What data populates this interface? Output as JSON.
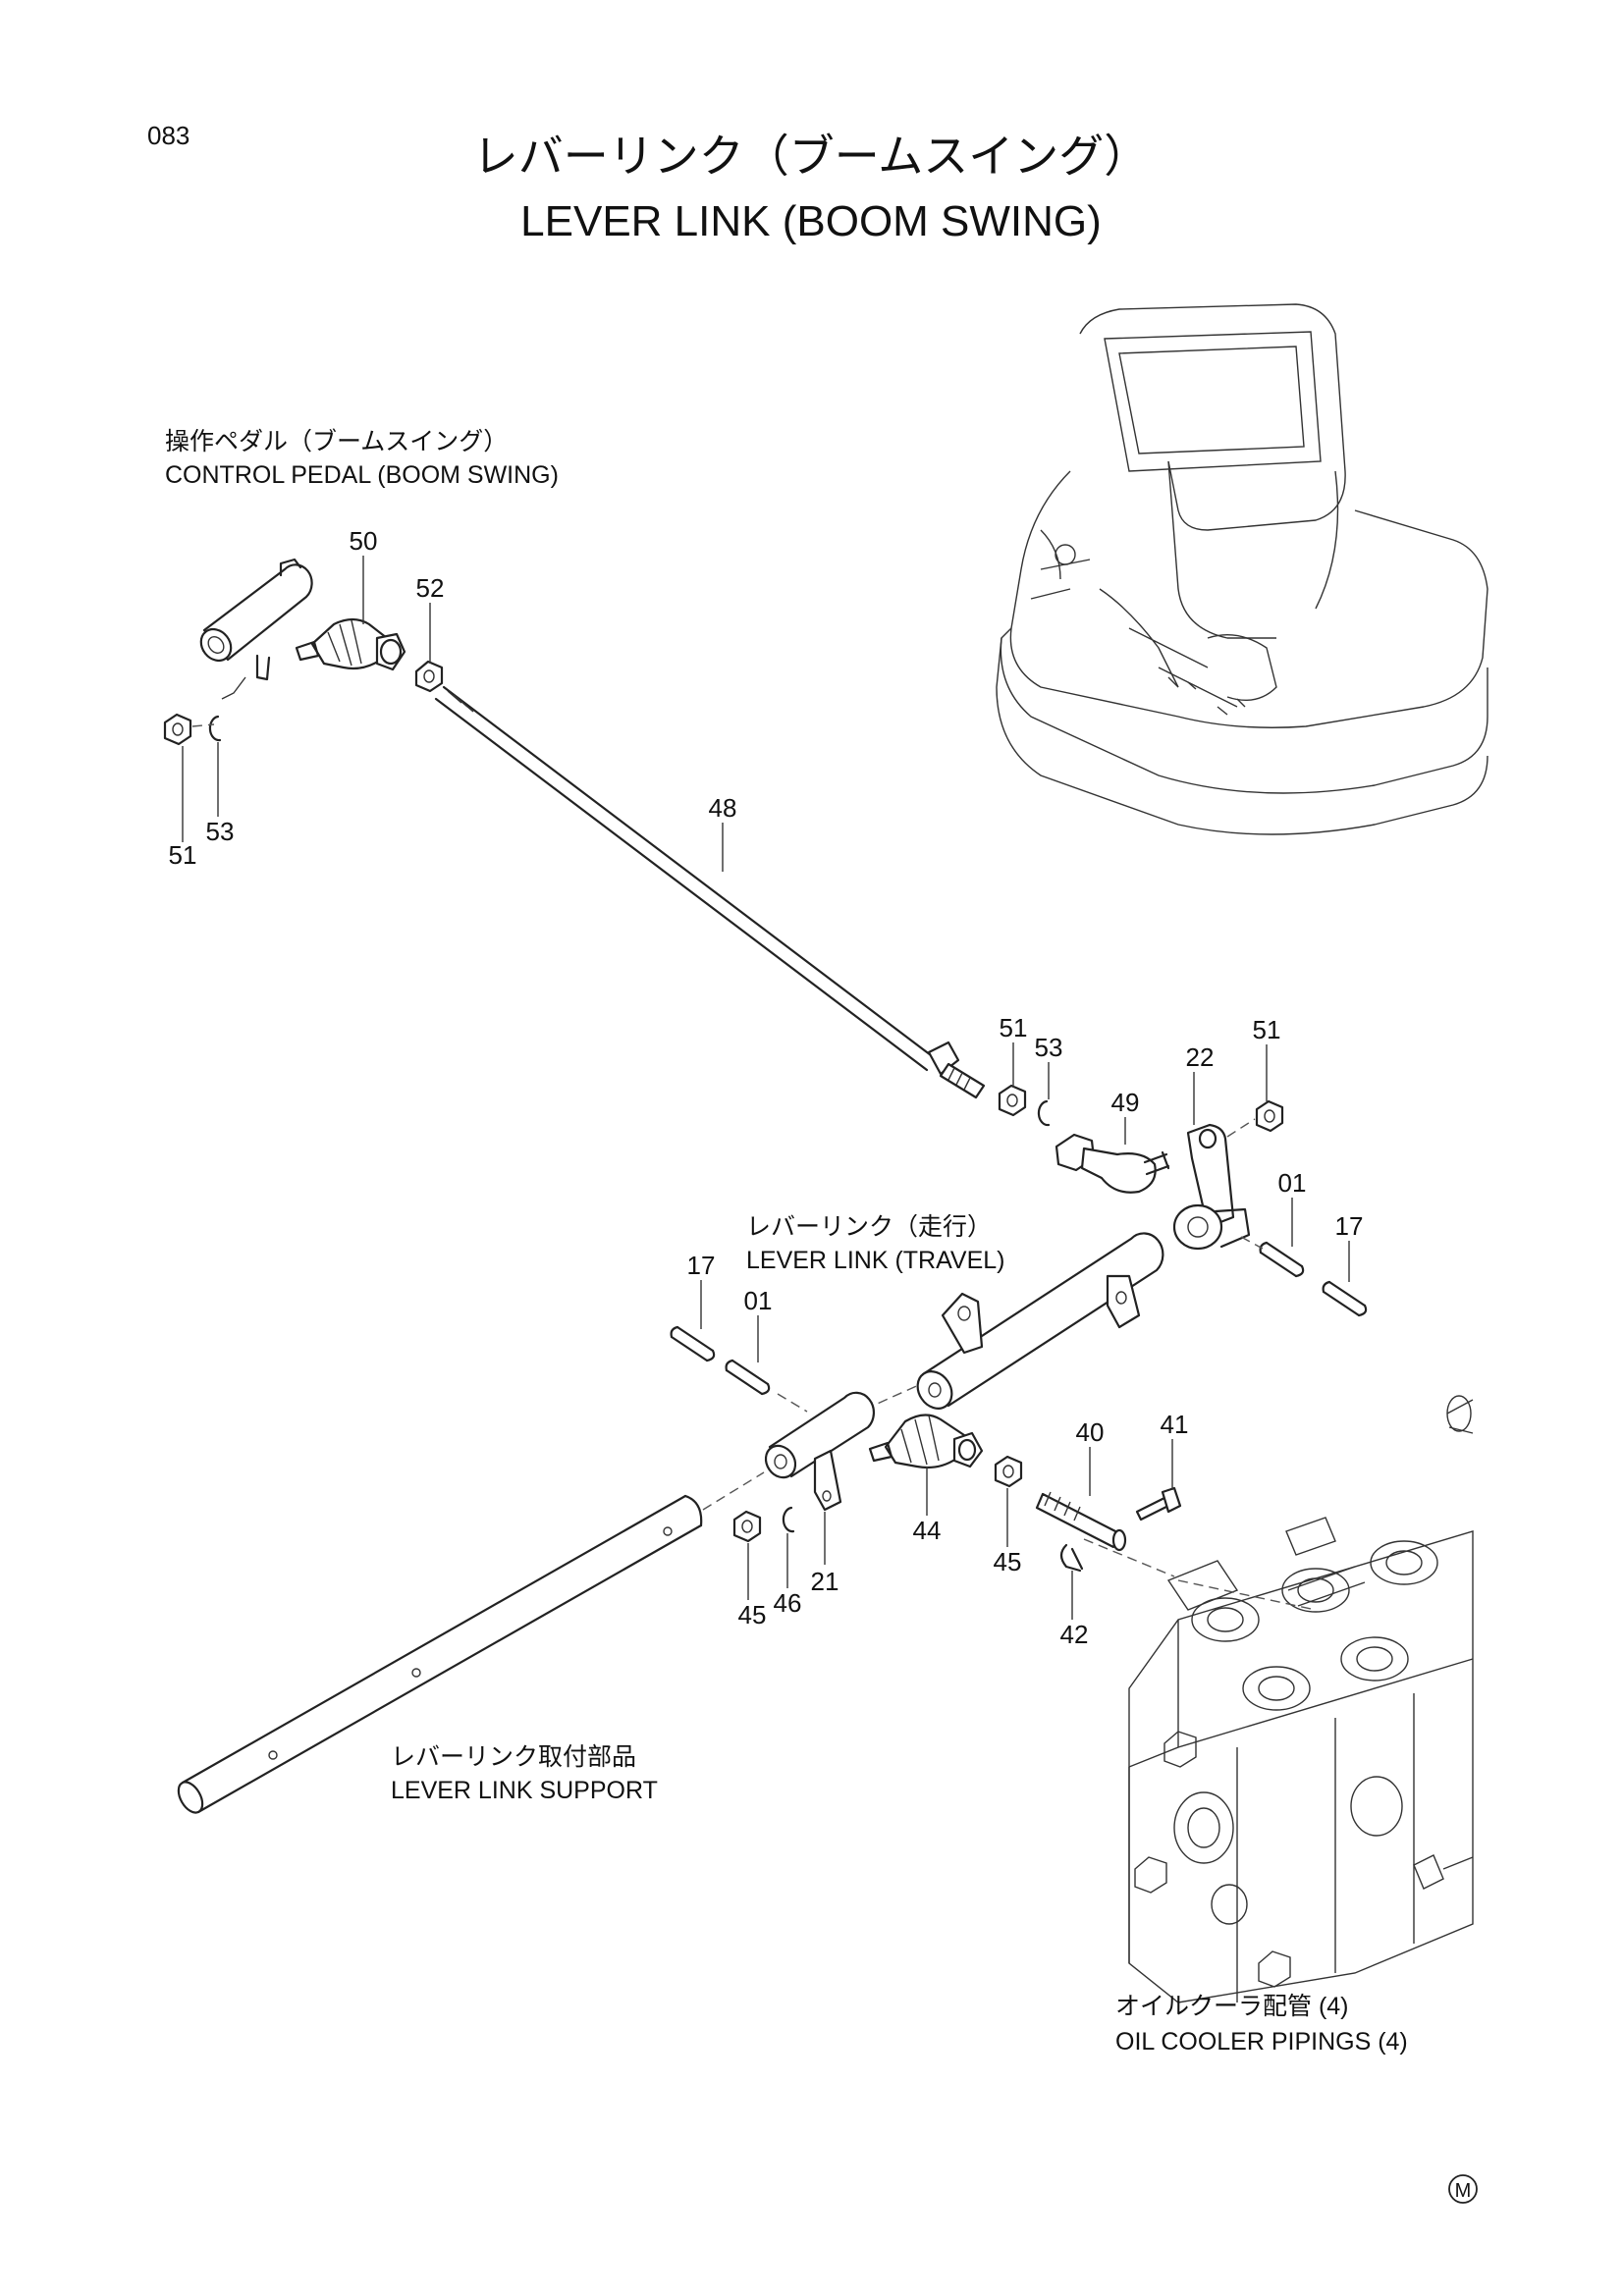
{
  "page": {
    "number": "083",
    "title_jp": "レバーリンク（ブームスイング）",
    "title_en": "LEVER LINK (BOOM SWING)",
    "mark": "M"
  },
  "callouts": {
    "control_pedal": {
      "jp": "操作ペダル（ブームスイング）",
      "en": "CONTROL PEDAL (BOOM SWING)"
    },
    "lever_link_travel": {
      "jp": "レバーリンク（走行）",
      "en": "LEVER LINK (TRAVEL)"
    },
    "lever_link_support": {
      "jp": "レバーリンク取付部品",
      "en": "LEVER LINK SUPPORT"
    },
    "oil_cooler": {
      "jp": "オイルクーラ配管 (4)",
      "en": "OIL COOLER PIPINGS (4)"
    }
  },
  "parts": {
    "p50": "50",
    "p52": "52",
    "p51_a": "51",
    "p53_a": "53",
    "p48": "48",
    "p51_b": "51",
    "p53_b": "53",
    "p49": "49",
    "p22": "22",
    "p51_c": "51",
    "p01_a": "01",
    "p17_a": "17",
    "p17_b": "17",
    "p01_b": "01",
    "p40": "40",
    "p41": "41",
    "p44": "44",
    "p45_a": "45",
    "p45_b": "45",
    "p46": "46",
    "p21": "21",
    "p42": "42"
  }
}
